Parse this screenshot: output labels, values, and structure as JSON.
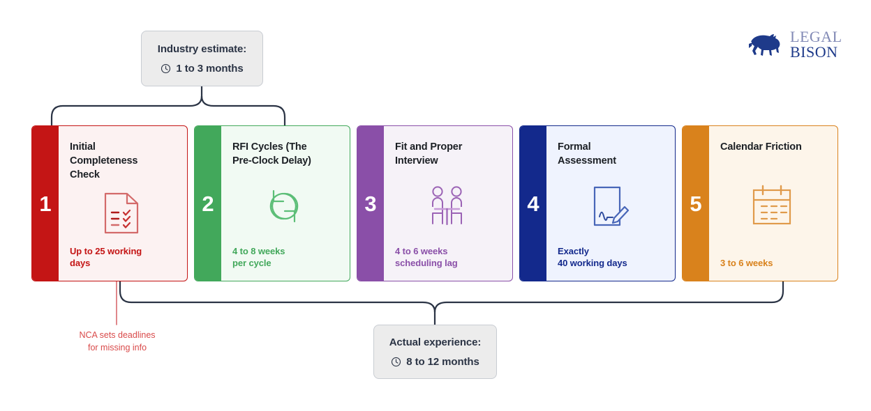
{
  "brand": {
    "logo_line1": "LEGAL",
    "logo_line2": "BISON",
    "logo_icon": "bison-icon",
    "navy": "#1E3A8A"
  },
  "callout_top": {
    "title": "Industry estimate:",
    "value": "1 to 3 months",
    "icon": "clock-icon"
  },
  "callout_bottom": {
    "title": "Actual experience:",
    "value": "8 to 12 months",
    "icon": "clock-icon"
  },
  "annotation": {
    "text": "NCA sets deadlines\nfor missing info",
    "color": "#D94A4A"
  },
  "cards": [
    {
      "number": "1",
      "title": "Initial\nCompleteness\nCheck",
      "meta": "Up to 25 working\ndays",
      "icon": "document-checklist-icon",
      "accent": "#C41515",
      "bg": "#FCF2F2",
      "border": "#C41515",
      "meta_color": "#C41515"
    },
    {
      "number": "2",
      "title": "RFI Cycles (The\nPre-Clock Delay)",
      "meta": "4 to 8 weeks\nper cycle",
      "icon": "refresh-cycle-icon",
      "accent": "#42A85B",
      "bg": "#F1FAF3",
      "border": "#42A85B",
      "meta_color": "#42A85B"
    },
    {
      "number": "3",
      "title": "Fit and Proper\nInterview",
      "meta": "4 to 6 weeks\nscheduling lag",
      "icon": "interview-people-icon",
      "accent": "#8A4FA8",
      "bg": "#F6F2F8",
      "border": "#8A4FA8",
      "meta_color": "#8A4FA8"
    },
    {
      "number": "4",
      "title": "Formal\nAssessment",
      "meta": "Exactly\n40 working days",
      "icon": "signature-document-icon",
      "accent": "#13298C",
      "bg": "#EFF3FE",
      "border": "#13298C",
      "meta_color": "#13298C"
    },
    {
      "number": "5",
      "title": "Calendar Friction",
      "meta": "3 to 6 weeks",
      "icon": "calendar-icon",
      "accent": "#D9821C",
      "bg": "#FDF5EA",
      "border": "#D9821C",
      "meta_color": "#D9821C"
    }
  ]
}
